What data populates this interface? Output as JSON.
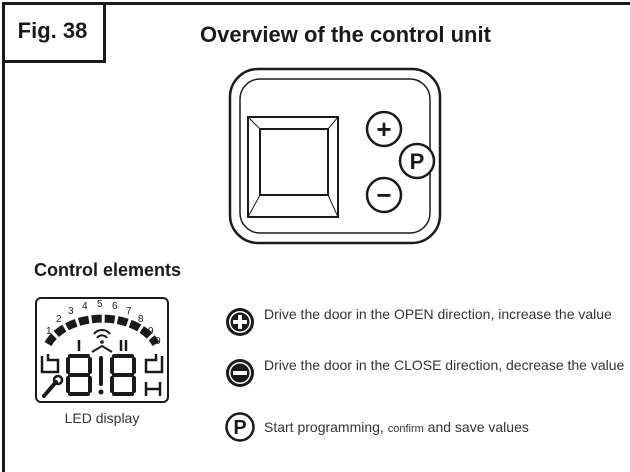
{
  "figure": {
    "label": "Fig. 38",
    "title": "Overview of the control unit"
  },
  "device": {
    "plus_symbol": "+",
    "minus_symbol": "−",
    "p_symbol": "P"
  },
  "control_elements": {
    "heading": "Control elements",
    "led_caption": "LED display",
    "items": [
      {
        "icon": "plus-circle-icon",
        "text": "Drive the door in the OPEN direction, increase the value"
      },
      {
        "icon": "minus-circle-icon",
        "text": "Drive the door in the CLOSE direction, decrease the value"
      },
      {
        "icon": "p-circle-icon",
        "text_a": "Start programming, ",
        "text_b": "confirm",
        "text_c": " and save values"
      }
    ]
  }
}
